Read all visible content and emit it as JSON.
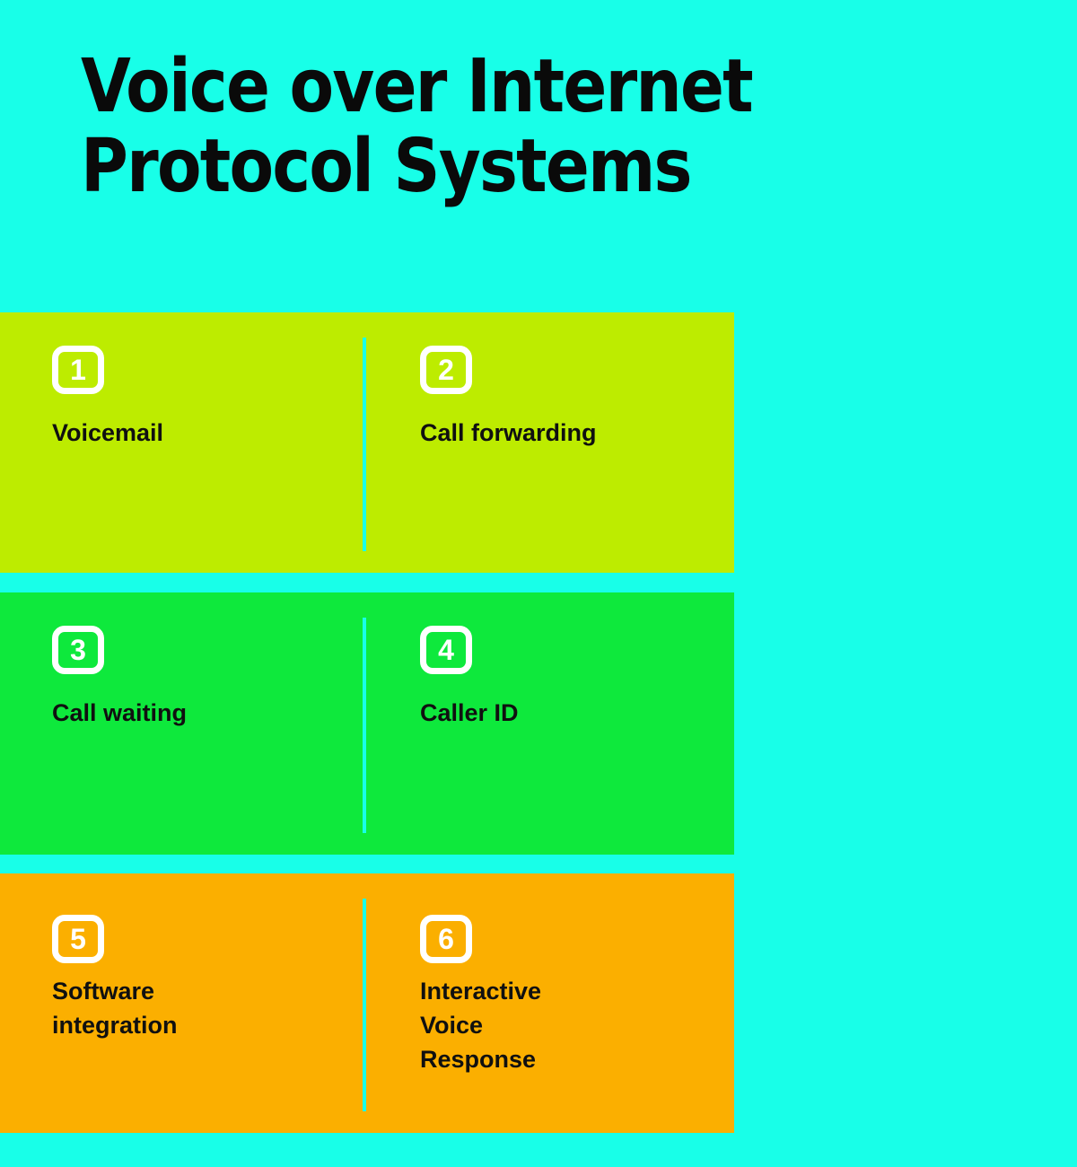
{
  "title": {
    "line1": "Voice over Internet",
    "line2": "Protocol Systems"
  },
  "colors": {
    "page_background": "#18FFE8",
    "divider": "#18FFE8",
    "panel_1_background": "#BDEC00",
    "panel_2_background": "#0EE93C",
    "panel_3_background": "#FBAF00",
    "badge_border": "#FFFFFF",
    "badge_number": "#FFFFFF",
    "label_text": "#101010",
    "title_text": "#0A0A0A"
  },
  "panels": [
    {
      "items": [
        {
          "number": "1",
          "label": "Voicemail"
        },
        {
          "number": "2",
          "label": "Call forwarding"
        }
      ]
    },
    {
      "items": [
        {
          "number": "3",
          "label": "Call waiting"
        },
        {
          "number": "4",
          "label": "Caller ID"
        }
      ]
    },
    {
      "items": [
        {
          "number": "5",
          "label": "Software integration"
        },
        {
          "number": "6",
          "label": "Interactive Voice Response"
        }
      ]
    }
  ]
}
